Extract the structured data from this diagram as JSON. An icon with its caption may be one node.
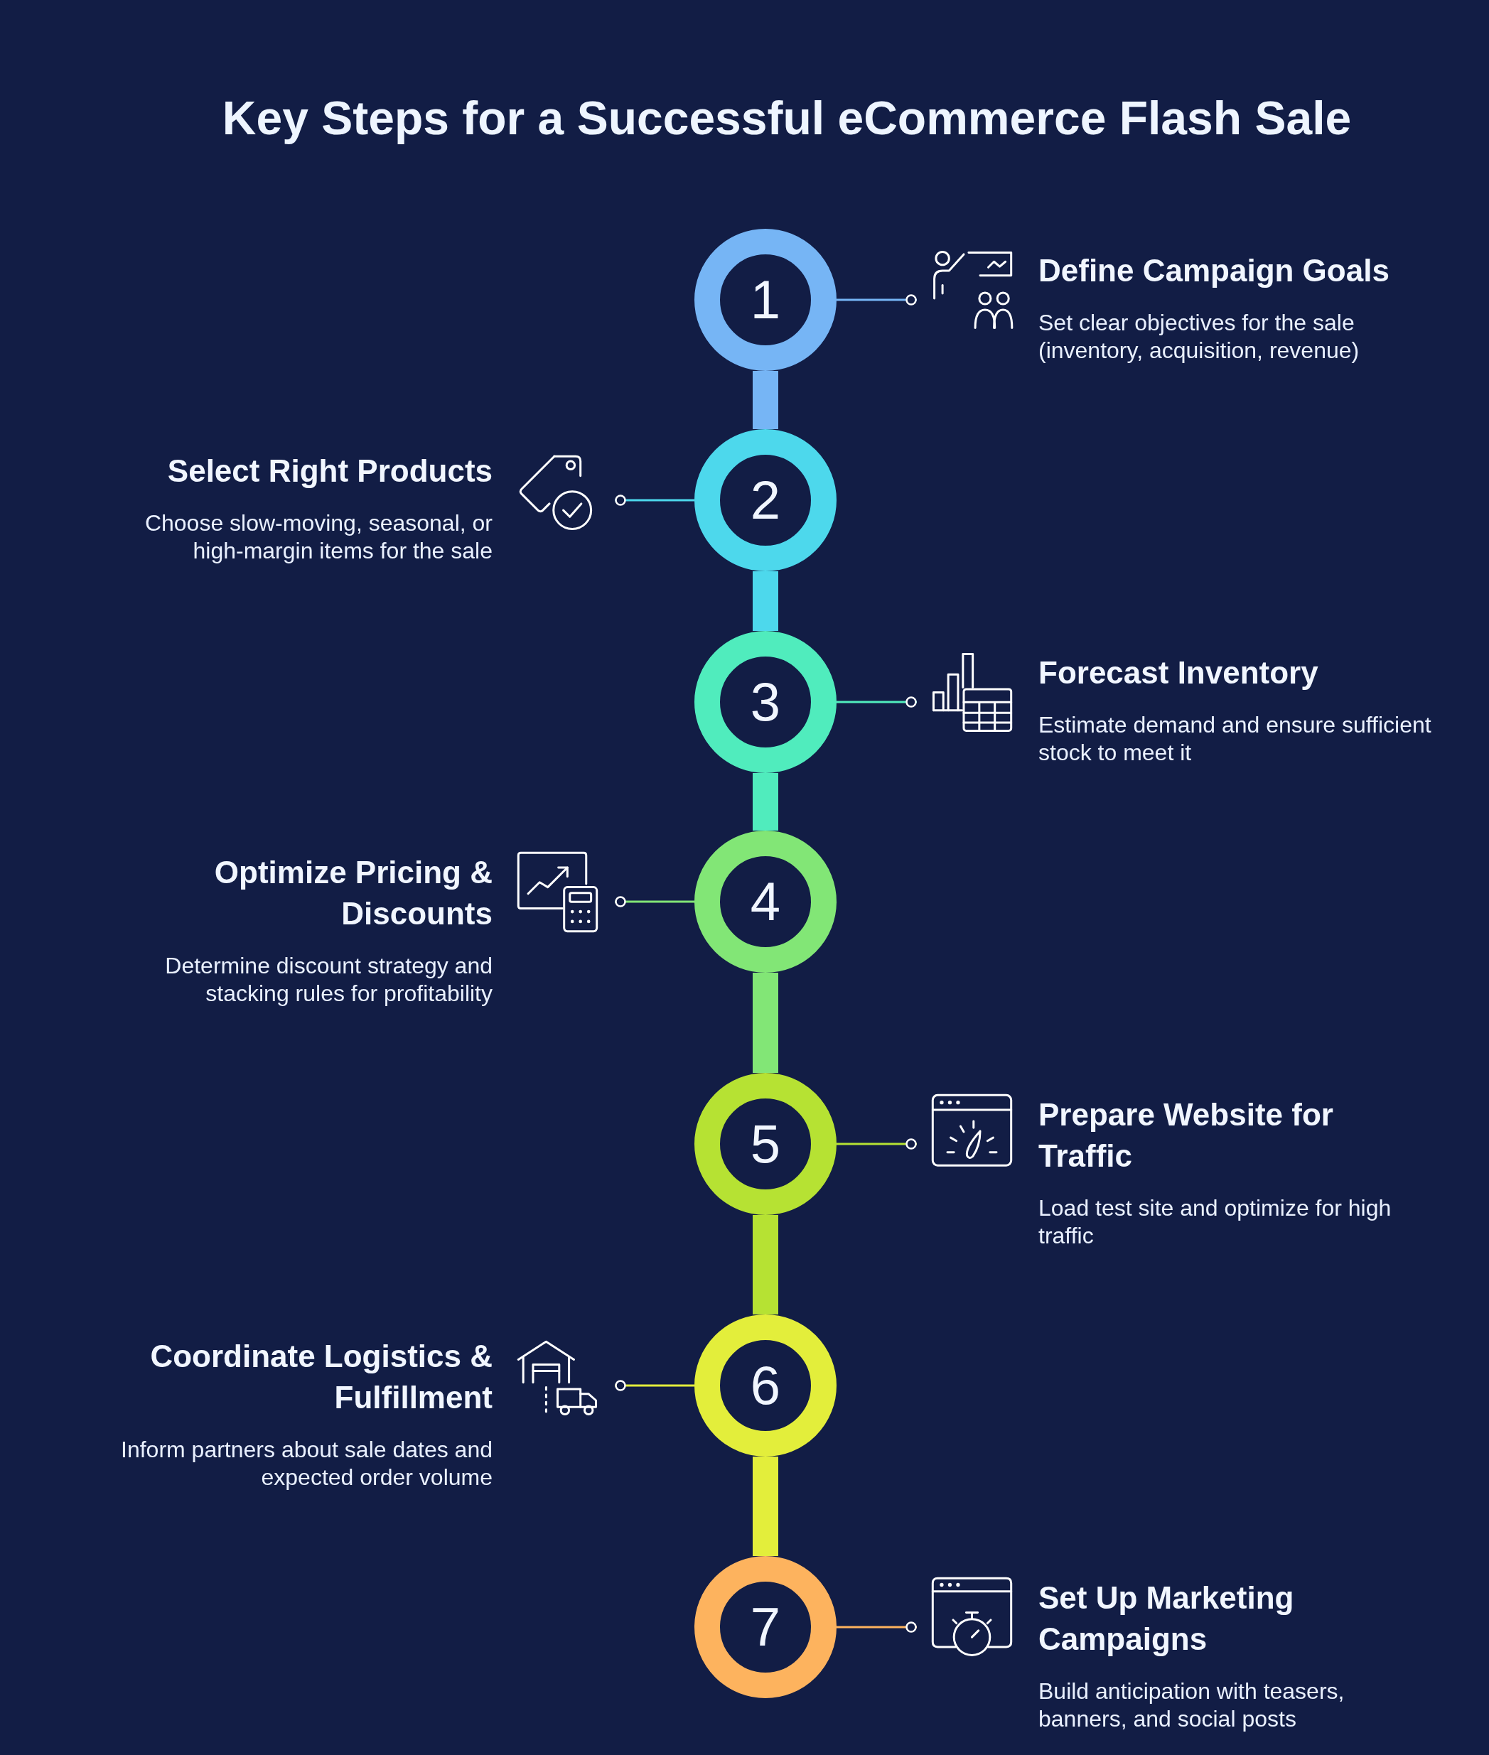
{
  "diagram": {
    "title": "Key Steps for a Successful eCommerce Flash Sale",
    "nodes": [
      {
        "text": [
          "1"
        ]
      },
      {
        "text": [
          "Define Campaign Goals",
          "Set clear objectives for the sale (inventory, acquisition, revenue)"
        ]
      },
      {
        "text": [
          "2"
        ]
      },
      {
        "text": [
          "Select Right Products",
          "Choose slow-moving, seasonal, or high-margin items for the sale"
        ]
      },
      {
        "text": [
          "3"
        ]
      },
      {
        "text": [
          "Forecast Inventory",
          "Estimate demand and ensure sufficient stock to meet it"
        ]
      },
      {
        "text": [
          "4"
        ]
      },
      {
        "text": [
          "Optimize Pricing & Discounts",
          "Determine discount strategy and stacking rules for profitability"
        ]
      },
      {
        "text": [
          "5"
        ]
      },
      {
        "text": [
          "Prepare Website for Traffic",
          "Load test site and optimize for high traffic"
        ]
      },
      {
        "text": [
          "6"
        ]
      },
      {
        "text": [
          "Coordinate Logistics & Fulfillment",
          "Inform partners about sale dates and expected order volume"
        ]
      },
      {
        "text": [
          "7"
        ]
      },
      {
        "text": [
          "Set Up Marketing Campaigns",
          "Build anticipation with teasers, banners, and social posts"
        ]
      }
    ],
    "edges": [
      {
        "from": 0,
        "to": 1,
        "arrow": "other",
        "color": "#76b5f5"
      },
      {
        "from": 0,
        "to": 2,
        "arrow": "none",
        "style": "thick",
        "color": "#76b5f5"
      },
      {
        "from": 2,
        "to": 3,
        "arrow": "other",
        "color": "#4dd8ec"
      },
      {
        "from": 2,
        "to": 4,
        "arrow": "none",
        "style": "thick",
        "color": "#4dd8ec"
      },
      {
        "from": 4,
        "to": 5,
        "arrow": "other",
        "color": "#50ecbd"
      },
      {
        "from": 4,
        "to": 6,
        "arrow": "none",
        "style": "thick",
        "color": "#50ecbd"
      },
      {
        "from": 6,
        "to": 7,
        "arrow": "other",
        "color": "#82e676"
      },
      {
        "from": 6,
        "to": 8,
        "arrow": "none",
        "style": "thick",
        "color": "#82e676"
      },
      {
        "from": 8,
        "to": 9,
        "arrow": "other",
        "color": "#b6e233"
      },
      {
        "from": 8,
        "to": 10,
        "arrow": "none",
        "style": "thick",
        "color": "#b6e233"
      },
      {
        "from": 10,
        "to": 11,
        "arrow": "other",
        "color": "#e3ee3b"
      },
      {
        "from": 10,
        "to": 12,
        "arrow": "none",
        "style": "thick",
        "color": "#e3ee3b"
      },
      {
        "from": 12,
        "to": 13,
        "arrow": "other",
        "color": "#fdb35e"
      }
    ]
  }
}
